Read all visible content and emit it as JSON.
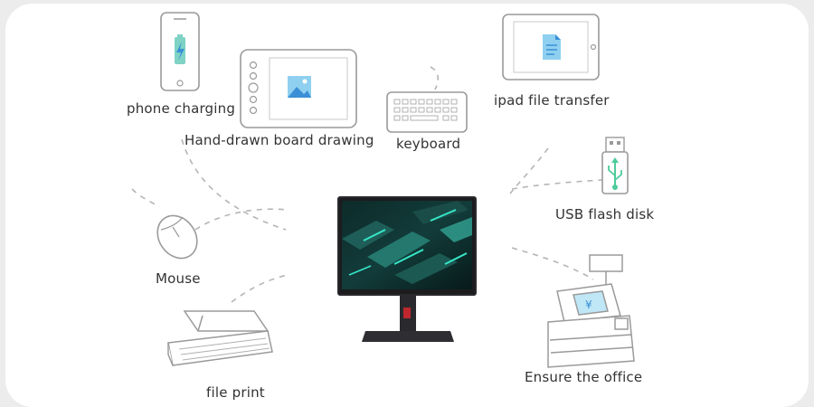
{
  "labels": {
    "phone_charging": "phone charging",
    "board_drawing": "Hand-drawn board drawing",
    "keyboard": "keyboard",
    "ipad": "ipad file transfer",
    "usb": "USB flash disk",
    "mouse": "Mouse",
    "print": "file print",
    "office": "Ensure the office"
  },
  "colors": {
    "line": "#aaaaaa",
    "accent_blue": "#5aa9e6",
    "accent_green": "#4ecb9a",
    "monitor_red": "#c0262e"
  }
}
